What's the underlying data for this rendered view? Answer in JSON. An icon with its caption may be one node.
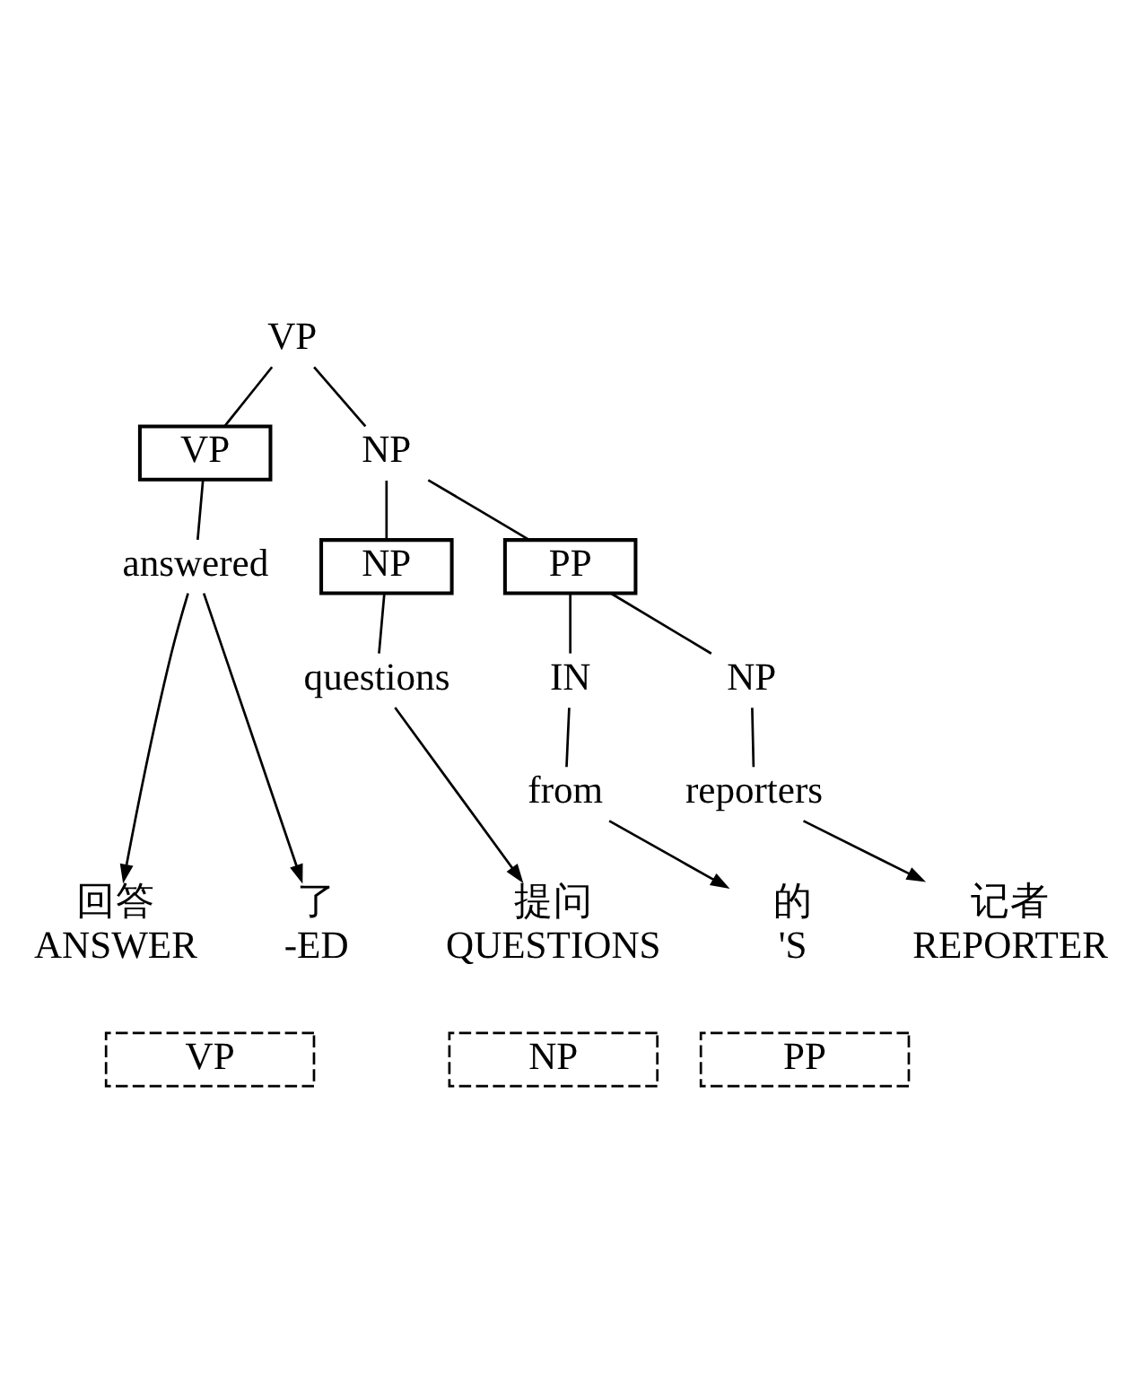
{
  "diagram": {
    "nodes": [
      {
        "text": [
          "VP"
        ]
      },
      {
        "text": [
          "VP"
        ]
      },
      {
        "text": [
          "NP"
        ]
      },
      {
        "text": [
          "answered"
        ]
      },
      {
        "text": [
          "NP"
        ]
      },
      {
        "text": [
          "PP"
        ]
      },
      {
        "text": [
          "questions"
        ]
      },
      {
        "text": [
          "IN"
        ]
      },
      {
        "text": [
          "NP"
        ]
      },
      {
        "text": [
          "from"
        ]
      },
      {
        "text": [
          "reporters"
        ]
      },
      {
        "text": [
          "回答",
          "ANSWER"
        ]
      },
      {
        "text": [
          "了",
          "-ED"
        ]
      },
      {
        "text": [
          "记者",
          "REPORTER"
        ]
      },
      {
        "text": [
          "的",
          "'S"
        ]
      },
      {
        "text": [
          "提问",
          "QUESTIONS"
        ]
      },
      {
        "text": [
          "VP"
        ]
      },
      {
        "text": [
          "PP"
        ]
      },
      {
        "text": [
          "NP"
        ]
      }
    ],
    "edges": [
      {
        "from": 0,
        "to": 1,
        "arrow": "none"
      },
      {
        "from": 0,
        "to": 2,
        "arrow": "none"
      },
      {
        "from": 1,
        "to": 3,
        "arrow": "none"
      },
      {
        "from": 2,
        "to": 4,
        "arrow": "none"
      },
      {
        "from": 2,
        "to": 5,
        "arrow": "none"
      },
      {
        "from": 4,
        "to": 6,
        "arrow": "none"
      },
      {
        "from": 5,
        "to": 7,
        "arrow": "none"
      },
      {
        "from": 5,
        "to": 8,
        "arrow": "none"
      },
      {
        "from": 7,
        "to": 9,
        "arrow": "none"
      },
      {
        "from": 8,
        "to": 10,
        "arrow": "none"
      },
      {
        "from": 3,
        "to": 11,
        "arrow": "to"
      },
      {
        "from": 3,
        "to": 12,
        "arrow": "to"
      },
      {
        "from": 6,
        "to": 15,
        "arrow": "to"
      },
      {
        "from": 9,
        "to": 14,
        "arrow": "to"
      },
      {
        "from": 10,
        "to": 13,
        "arrow": "to"
      }
    ]
  }
}
